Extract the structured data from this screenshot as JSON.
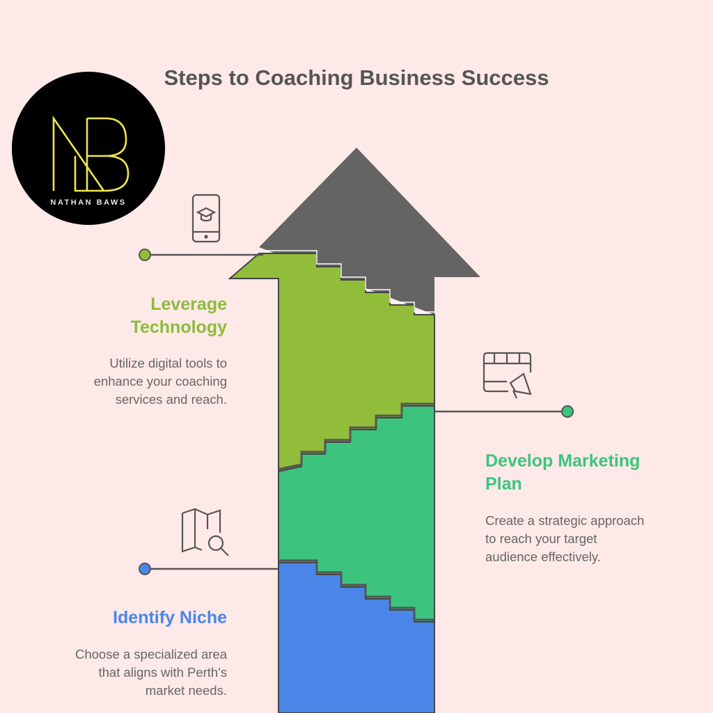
{
  "title": "Steps to Coaching Business Success",
  "logo": {
    "monogram": "NB",
    "name": "NATHAN BAWS"
  },
  "colors": {
    "background": "#fde9e8",
    "arrow_head": "#646464",
    "technology": "#92bd3a",
    "marketing": "#3cc47e",
    "niche": "#4a86e8"
  },
  "steps": [
    {
      "id": "technology",
      "icon": "phone-graduation-cap-icon",
      "title_lines": [
        "Leverage",
        "Technology"
      ],
      "desc_lines": [
        "Utilize digital tools to",
        "enhance your coaching",
        "services and reach."
      ]
    },
    {
      "id": "marketing",
      "icon": "video-megaphone-icon",
      "title_lines": [
        "Develop Marketing",
        "Plan"
      ],
      "desc_lines": [
        "Create a strategic approach",
        "to reach your target",
        "audience effectively."
      ]
    },
    {
      "id": "niche",
      "icon": "map-search-icon",
      "title_lines": [
        "Identify Niche"
      ],
      "desc_lines": [
        "Choose a specialized area",
        "that aligns with Perth's",
        "market needs."
      ]
    }
  ]
}
